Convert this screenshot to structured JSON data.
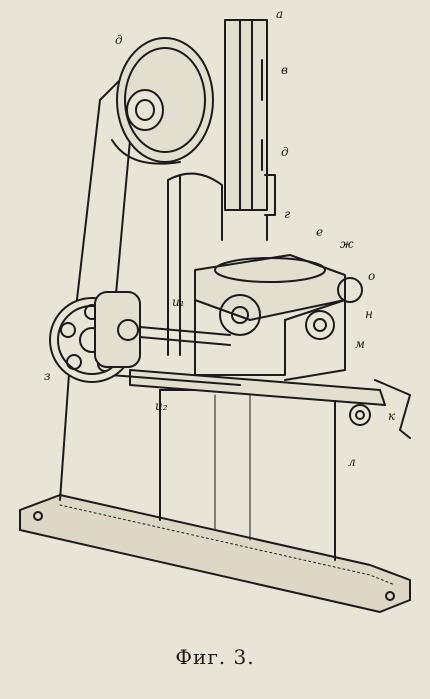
{
  "figure": {
    "caption": "Фиг. 3.",
    "labels": {
      "a": "а",
      "b": "д",
      "v": "в",
      "d": "д",
      "g": "г",
      "e": "е",
      "zh": "ж",
      "o": "о",
      "n": "н",
      "m": "м",
      "u1": "u₁",
      "u2": "u₂",
      "z": "з",
      "k": "к",
      "l": "л"
    }
  },
  "colors": {
    "paper": "#e9e5d6",
    "ink": "#1b1b1b"
  }
}
